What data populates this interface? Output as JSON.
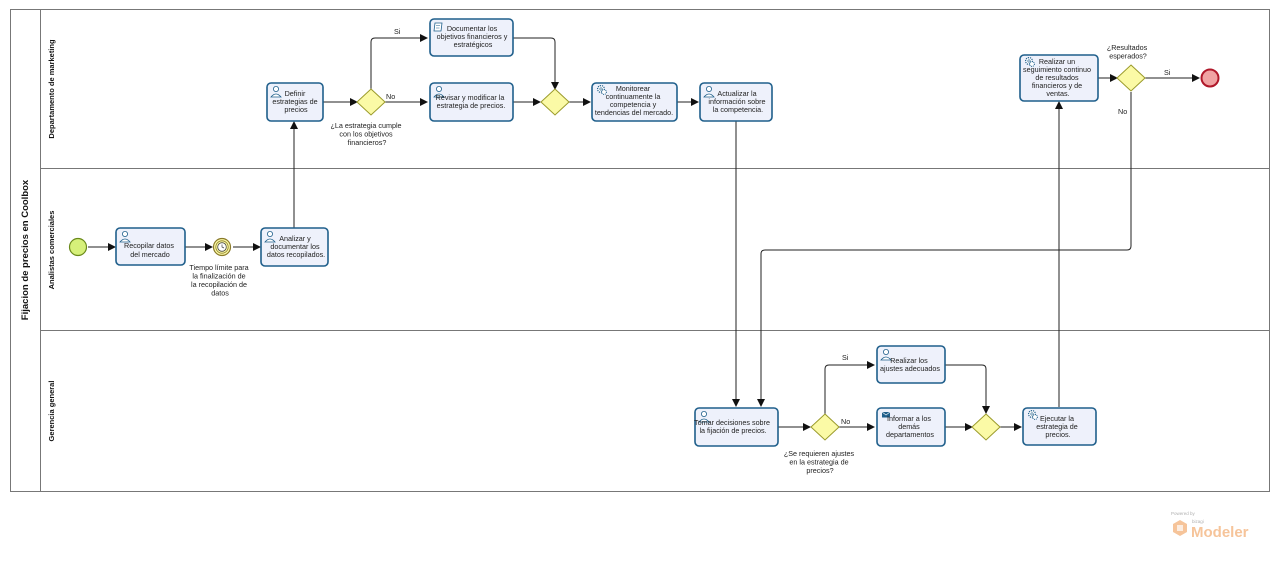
{
  "pool": {
    "title": "Fijacion de precios en Coolbox"
  },
  "lanes": {
    "marketing": "Departamento de marketing",
    "analistas": "Analistas comerciales",
    "gerencia": "Gerencia general"
  },
  "tasks": {
    "recopilar": [
      "Recopilar datos",
      "del mercado"
    ],
    "analizar": [
      "Analizar y",
      "documentar los",
      "datos recopilados."
    ],
    "definir": [
      "Definir",
      "estrategias de",
      "precios"
    ],
    "documentar": [
      "Documentar los",
      "objetivos financieros y",
      "estratégicos"
    ],
    "revisar": [
      "Revisar y modificar la",
      "estrategia de precios."
    ],
    "monitorear": [
      "Monitorear",
      "continuamente la",
      "competencia y",
      "tendencias del mercado."
    ],
    "actualizar": [
      "Actualizar la",
      "información sobre",
      "la competencia."
    ],
    "seguimiento": [
      "Realizar un",
      "seguimiento continuo",
      "de resultados",
      "financieros y de",
      "ventas."
    ],
    "tomar": [
      "Tomar decisiones sobre",
      "la fijación de precios."
    ],
    "ajustes": [
      "Realizar los",
      "ajustes adecuados"
    ],
    "informar": [
      "Informar a los",
      "demás",
      "departamentos"
    ],
    "ejecutar": [
      "Ejecutar la",
      "estrategia de",
      "precios."
    ]
  },
  "events": {
    "timer_label": [
      "Tiempo límite para",
      "la finalización de",
      "la recopilación de",
      "datos"
    ]
  },
  "gateways": {
    "estrategia": [
      "¿La estrategia cumple",
      "con los objetivos",
      "financieros?"
    ],
    "ajustes": [
      "¿Se requieren ajustes",
      "en la estrategia de",
      "precios?"
    ],
    "resultados": [
      "¿Resultados",
      "esperados?"
    ]
  },
  "flow_labels": {
    "si_1": "Si",
    "no_1": "No",
    "si_2": "Si",
    "no_2": "No",
    "si_3": "Si",
    "no_3": "No"
  },
  "branding": {
    "powered": "Powered by",
    "bizagi": "bizagi",
    "product": "Modeler"
  },
  "colors": {
    "task_fill": "#eef1fb",
    "task_stroke": "#1f5f8b",
    "start_fill": "#d6f07a",
    "end_fill": "#f0a3a3",
    "end_stroke": "#b0182a",
    "gateway_fill": "#fbfaa6"
  }
}
